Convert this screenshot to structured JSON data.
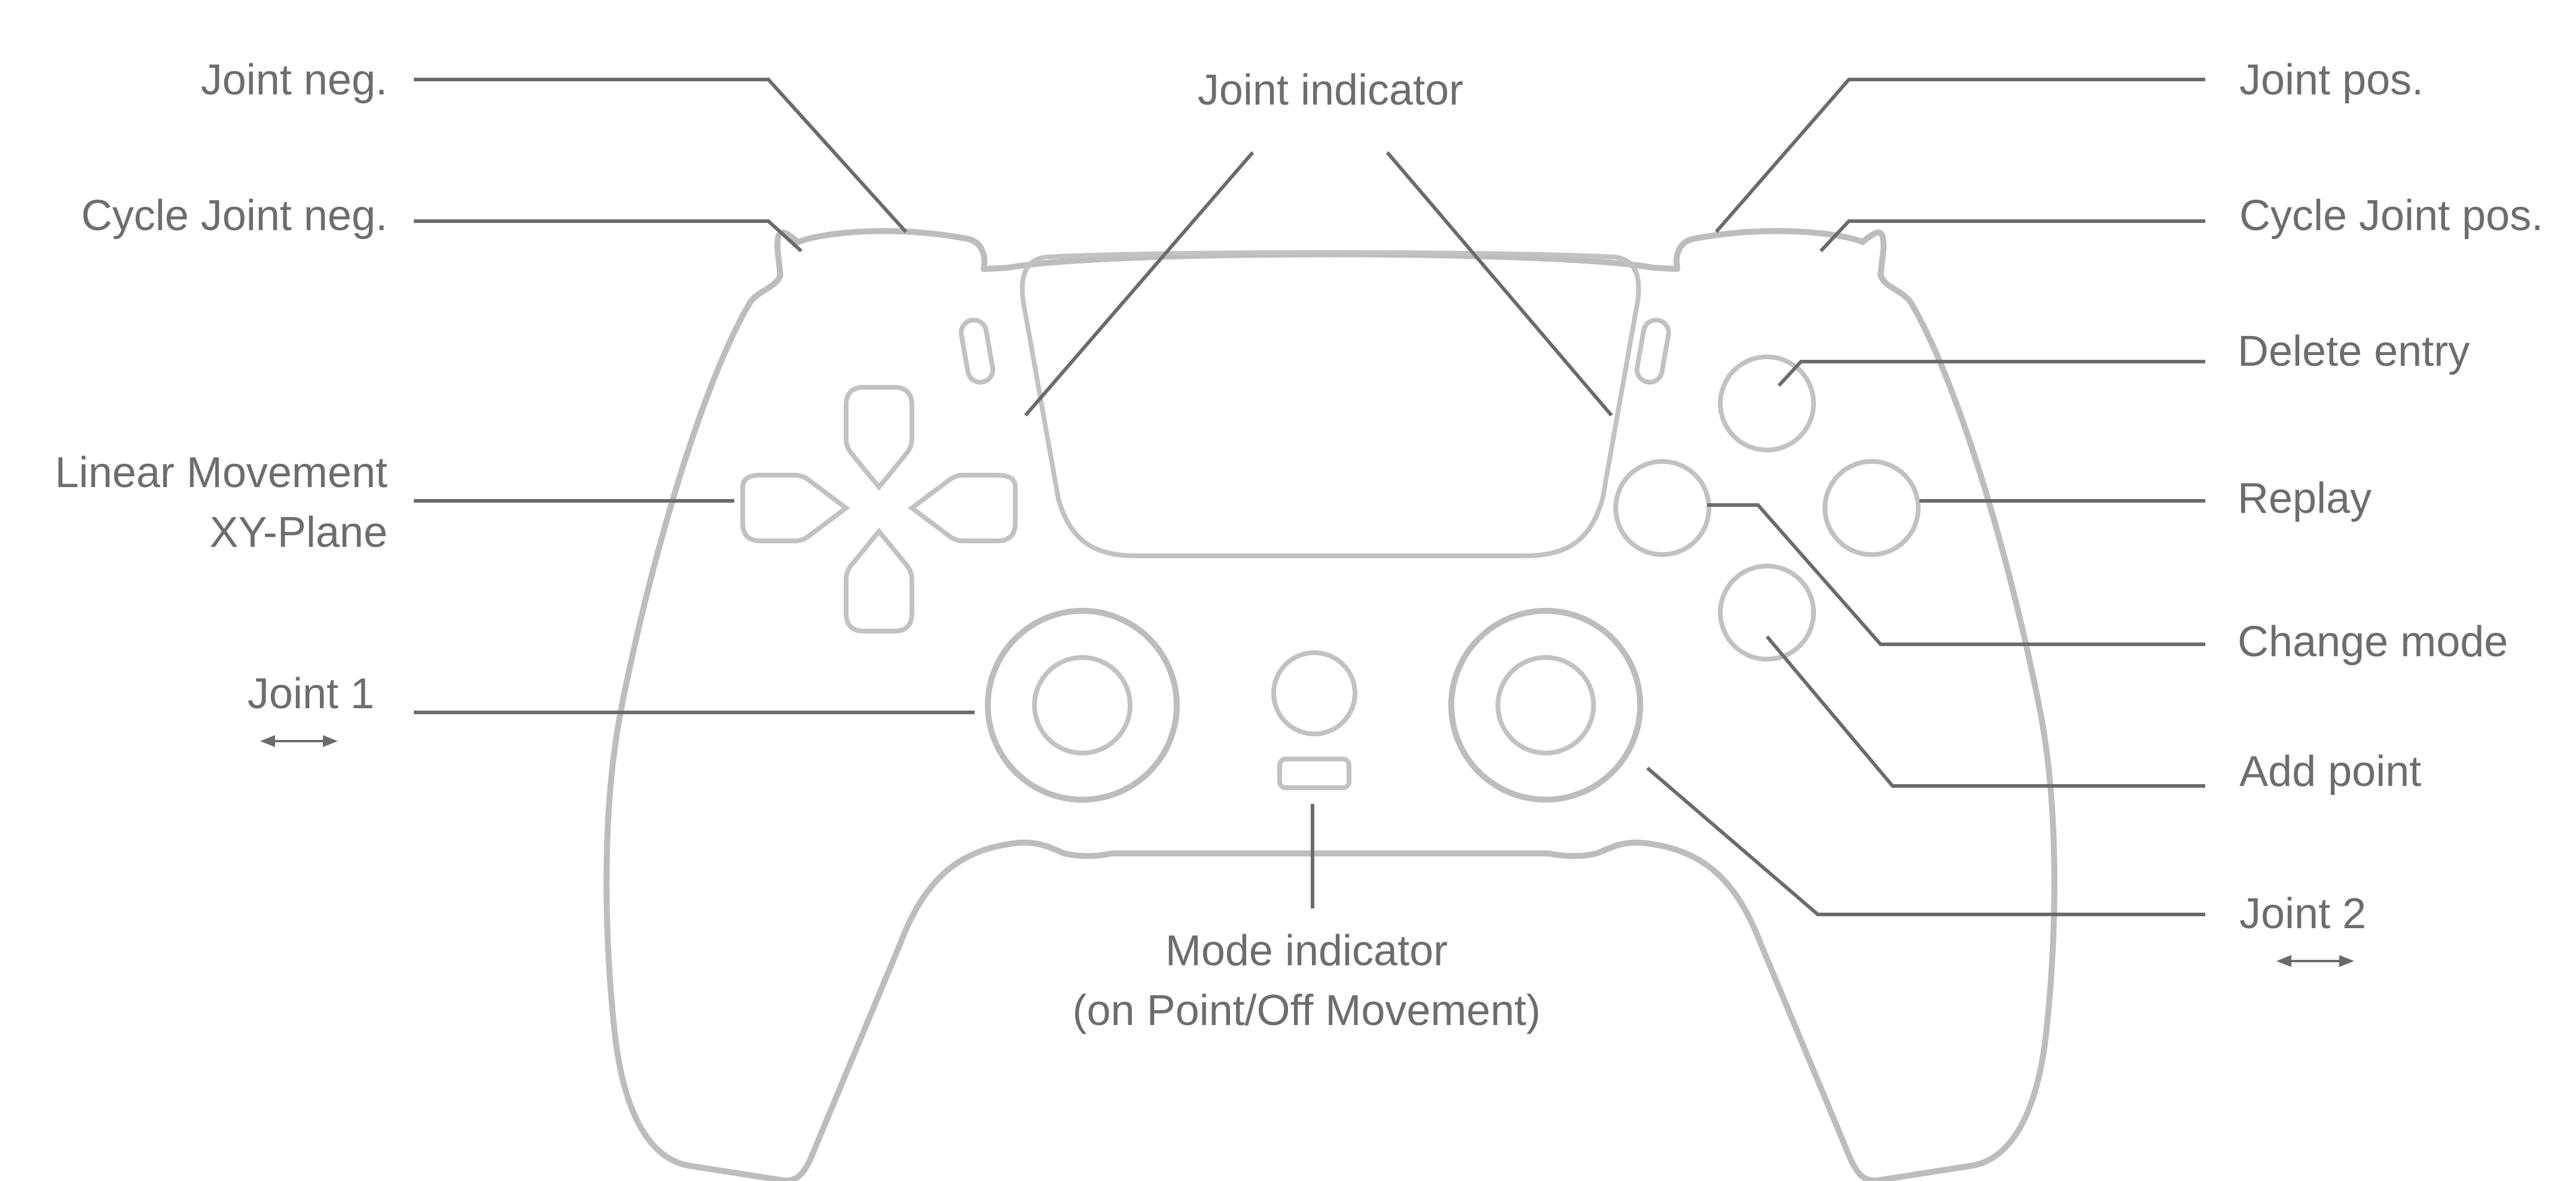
{
  "labels": {
    "joint_neg": "Joint neg.",
    "cycle_joint_neg": "Cycle Joint neg.",
    "linear_movement_line1": "Linear Movement",
    "linear_movement_line2": "XY-Plane",
    "joint_1": "Joint 1",
    "joint_indicator": "Joint indicator",
    "mode_indicator_line1": "Mode indicator",
    "mode_indicator_line2": "(on Point/Off Movement)",
    "joint_pos": "Joint pos.",
    "cycle_joint_pos": "Cycle Joint pos.",
    "delete_entry": "Delete entry",
    "replay": "Replay",
    "change_mode": "Change mode",
    "add_point": "Add point",
    "joint_2": "Joint 2"
  },
  "colors": {
    "outline": "#bdbdbd",
    "leader": "#6b6b6b",
    "text": "#6d6d6d",
    "background": "#ffffff"
  },
  "icons": [
    "gamepad-outline",
    "double-arrow-icon"
  ]
}
